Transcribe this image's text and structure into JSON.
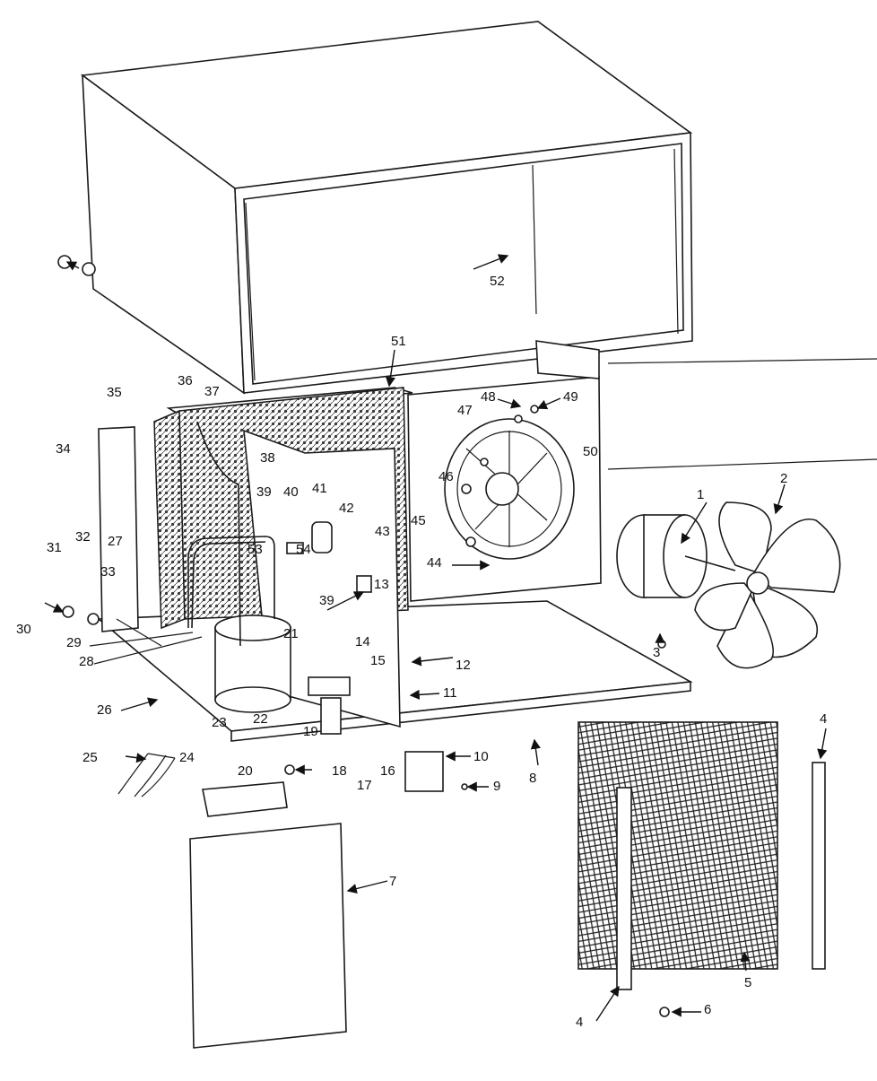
{
  "diagram": {
    "kind": "exploded-parts-view",
    "subject": "window air conditioner chassis",
    "colors": {
      "line": "#1a1a1a",
      "background": "#ffffff"
    }
  },
  "labels": {
    "p1": "1",
    "p2": "2",
    "p3": "3",
    "p4a": "4",
    "p4b": "4",
    "p5": "5",
    "p6": "6",
    "p7": "7",
    "p8": "8",
    "p9": "9",
    "p10": "10",
    "p11": "11",
    "p12": "12",
    "p13": "13",
    "p14": "14",
    "p15": "15",
    "p16": "16",
    "p17": "17",
    "p18": "18",
    "p19": "19",
    "p20": "20",
    "p21": "21",
    "p22": "22",
    "p23": "23",
    "p24": "24",
    "p25": "25",
    "p26": "26",
    "p27": "27",
    "p28": "28",
    "p29": "29",
    "p30": "30",
    "p31": "31",
    "p32": "32",
    "p33": "33",
    "p34": "34",
    "p35": "35",
    "p36": "36",
    "p37": "37",
    "p38": "38",
    "p39a": "39",
    "p39b": "39",
    "p40": "40",
    "p41": "41",
    "p42": "42",
    "p43": "43",
    "p44": "44",
    "p45": "45",
    "p46": "46",
    "p47": "47",
    "p48": "48",
    "p49": "49",
    "p50": "50",
    "p51": "51",
    "p52": "52",
    "p53": "53",
    "p54": "54"
  }
}
